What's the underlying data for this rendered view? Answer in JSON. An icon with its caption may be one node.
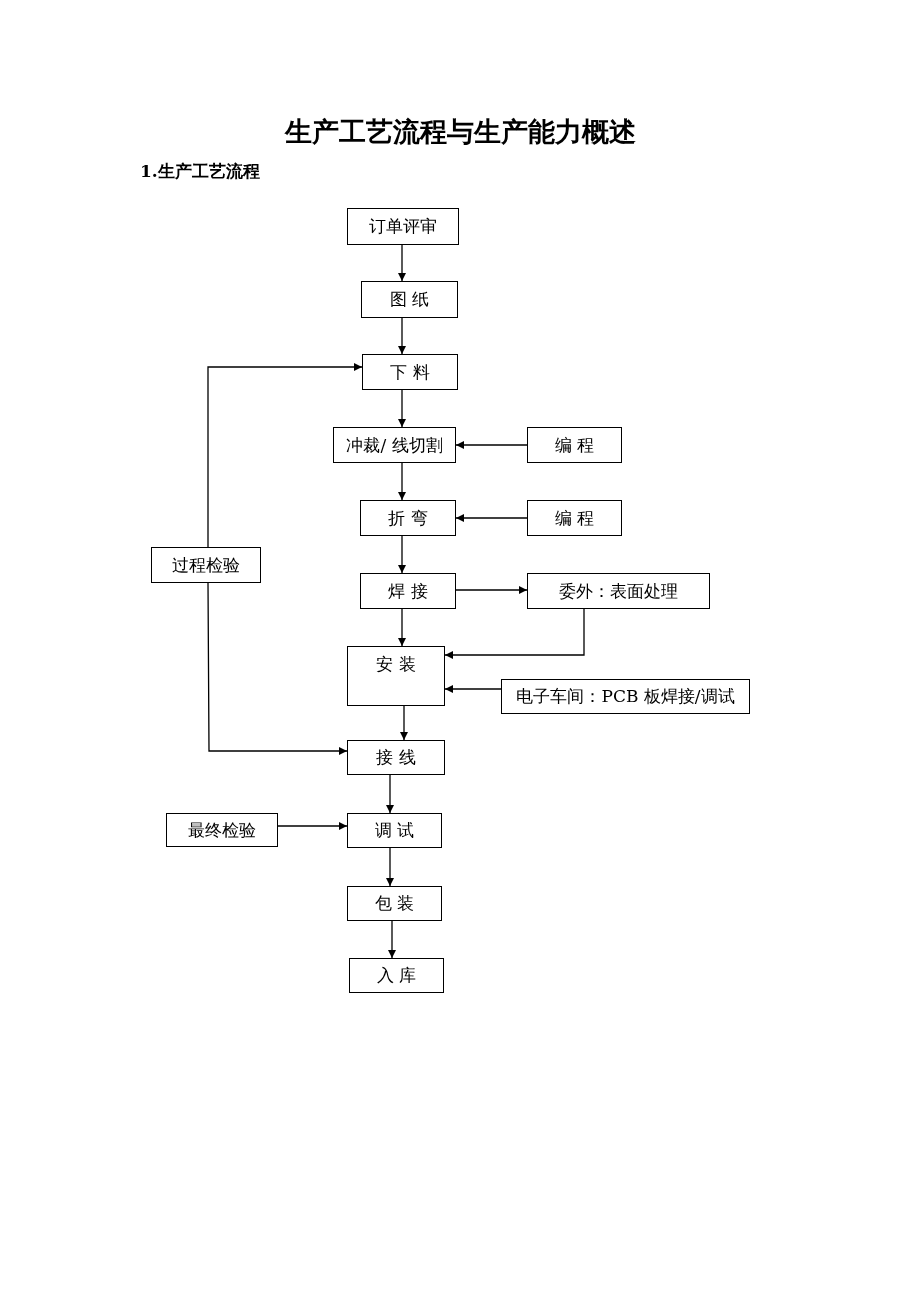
{
  "diagram": {
    "title": "生产工艺流程与生产能力概述",
    "nodes": [
      {
        "text": [
          "订单评审"
        ]
      },
      {
        "text": [
          "图 纸"
        ]
      },
      {
        "text": [
          "下 料"
        ]
      },
      {
        "text": [
          "冲裁/ 线切割"
        ]
      },
      {
        "text": [
          "编 程"
        ]
      },
      {
        "text": [
          "折 弯"
        ]
      },
      {
        "text": [
          "编 程"
        ]
      },
      {
        "text": [
          "过程检验"
        ]
      },
      {
        "text": [
          "焊 接"
        ]
      },
      {
        "text": [
          "委外：表面处理"
        ]
      },
      {
        "text": [
          "安 装"
        ]
      },
      {
        "text": [
          "电子车间：PCB 板焊接/调试"
        ]
      },
      {
        "text": [
          "接 线"
        ]
      },
      {
        "text": [
          "最终检验"
        ]
      },
      {
        "text": [
          "调 试"
        ]
      },
      {
        "text": [
          "包 装"
        ]
      },
      {
        "text": [
          "入 库"
        ]
      }
    ],
    "edges": [
      {
        "from": 0,
        "to": 1,
        "arrow": "to"
      },
      {
        "from": 1,
        "to": 2,
        "arrow": "to"
      },
      {
        "from": 2,
        "to": 3,
        "arrow": "to"
      },
      {
        "from": 4,
        "to": 3,
        "arrow": "to"
      },
      {
        "from": 3,
        "to": 5,
        "arrow": "to"
      },
      {
        "from": 6,
        "to": 5,
        "arrow": "to"
      },
      {
        "from": 5,
        "to": 8,
        "arrow": "to"
      },
      {
        "from": 8,
        "to": 9,
        "arrow": "to"
      },
      {
        "from": 8,
        "to": 10,
        "arrow": "to"
      },
      {
        "from": 9,
        "to": 10,
        "arrow": "to"
      },
      {
        "from": 11,
        "to": 10,
        "arrow": "to"
      },
      {
        "from": 10,
        "to": 12,
        "arrow": "to"
      },
      {
        "from": 7,
        "to": 2,
        "arrow": "to"
      },
      {
        "from": 7,
        "to": 12,
        "arrow": "to"
      },
      {
        "from": 12,
        "to": 14,
        "arrow": "to"
      },
      {
        "from": 13,
        "to": 14,
        "arrow": "to"
      },
      {
        "from": 14,
        "to": 15,
        "arrow": "to"
      },
      {
        "from": 15,
        "to": 16,
        "arrow": "to"
      }
    ],
    "labels": [
      "1.生产工艺流程"
    ]
  }
}
